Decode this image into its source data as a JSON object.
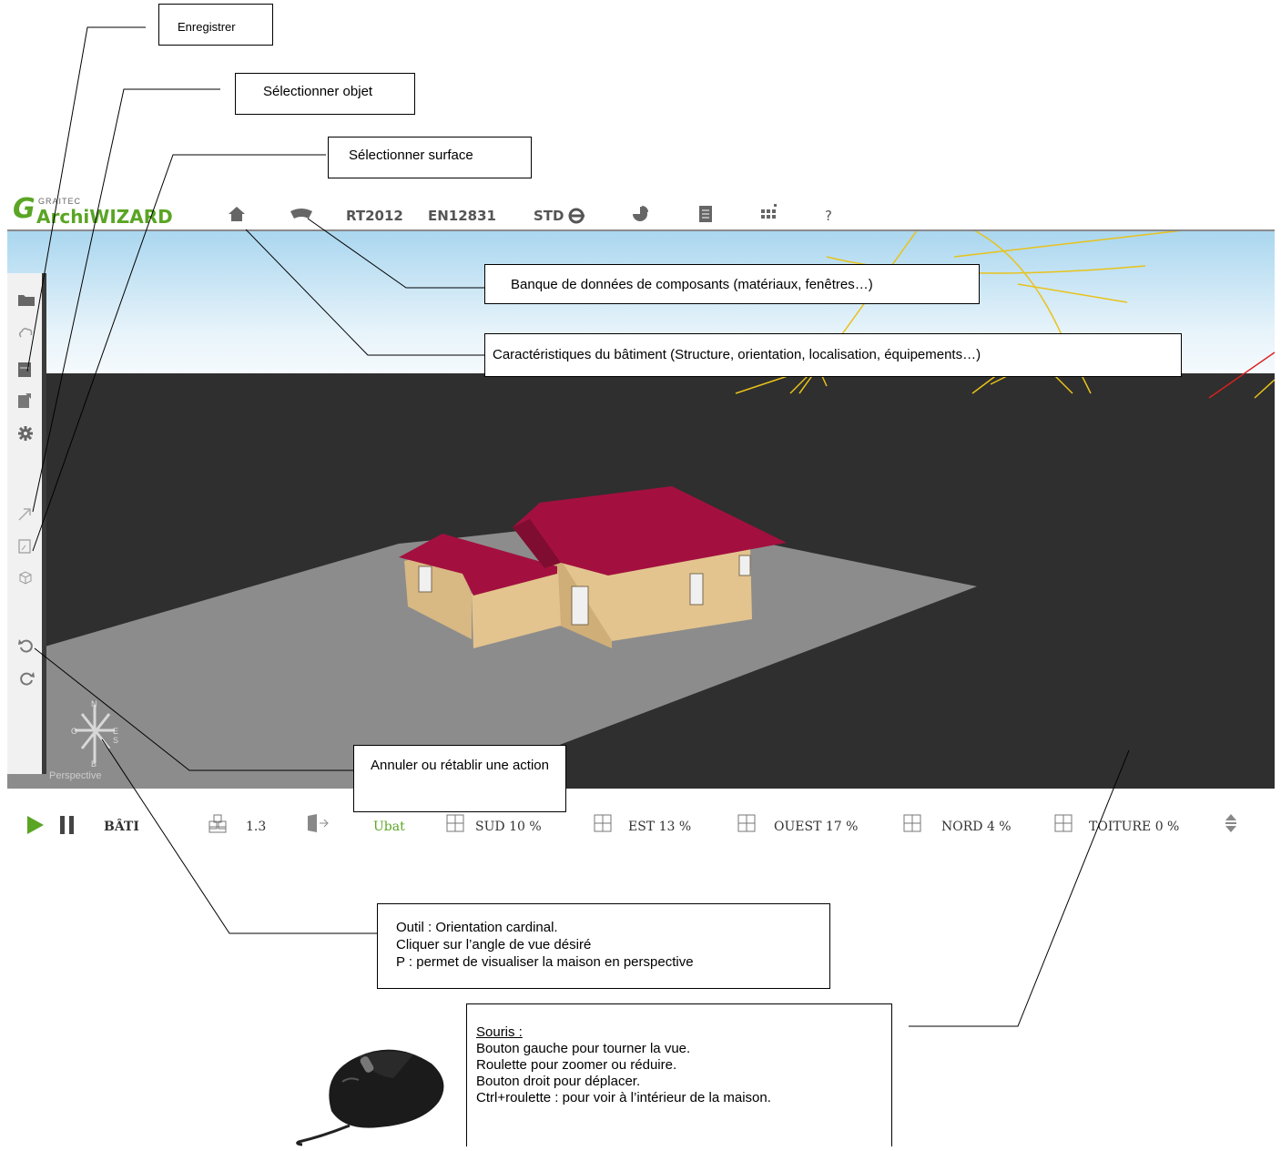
{
  "toolbar": {
    "logo_graitec": "GRAITEC",
    "logo_name": "ArchiWIZARD",
    "items": [
      "RT2012",
      "EN12831",
      "STD"
    ],
    "question": "?"
  },
  "viewport": {
    "view_mode_label": "Perspective",
    "compass": {
      "north": "N",
      "east": "E",
      "south": "S",
      "west": "O",
      "bottom": "B"
    }
  },
  "bottom_bar": {
    "bati": "BÂTI",
    "compactness": "1.3",
    "ubat": "Ubat",
    "sud": "SUD 10 %",
    "est": "EST 13 %",
    "ouest": "OUEST 17 %",
    "nord": "NORD 4 %",
    "toiture": "TOITURE 0 %"
  },
  "callouts": {
    "enregistrer": "Enregistrer",
    "selectionner_objet": "Sélectionner objet",
    "selectionner_surface": "Sélectionner surface",
    "banque": "Banque de données de composants (matériaux, fenêtres…)",
    "caracteristiques": "Caractéristiques du bâtiment (Structure, orientation, localisation, équipements…)",
    "annuler": "Annuler ou rétablir une action",
    "outil_line1": "Outil : Orientation cardinal.",
    "outil_line2": "Cliquer sur l’angle de vue désiré",
    "outil_line3": "P : permet de visualiser la maison en perspective",
    "souris_title": "Souris :",
    "souris_line1": "Bouton gauche pour tourner la vue.",
    "souris_line2": "Roulette pour zoomer ou réduire.",
    "souris_line3": "Bouton droit pour déplacer.",
    "souris_line4": "Ctrl+roulette : pour voir à l’intérieur de la maison."
  },
  "colors": {
    "accent_green": "#5aa524",
    "roof": "#a3103f",
    "wall": "#e3c48e",
    "ground_plane": "#8c8c8c",
    "background_dark": "#2f2f2f"
  }
}
